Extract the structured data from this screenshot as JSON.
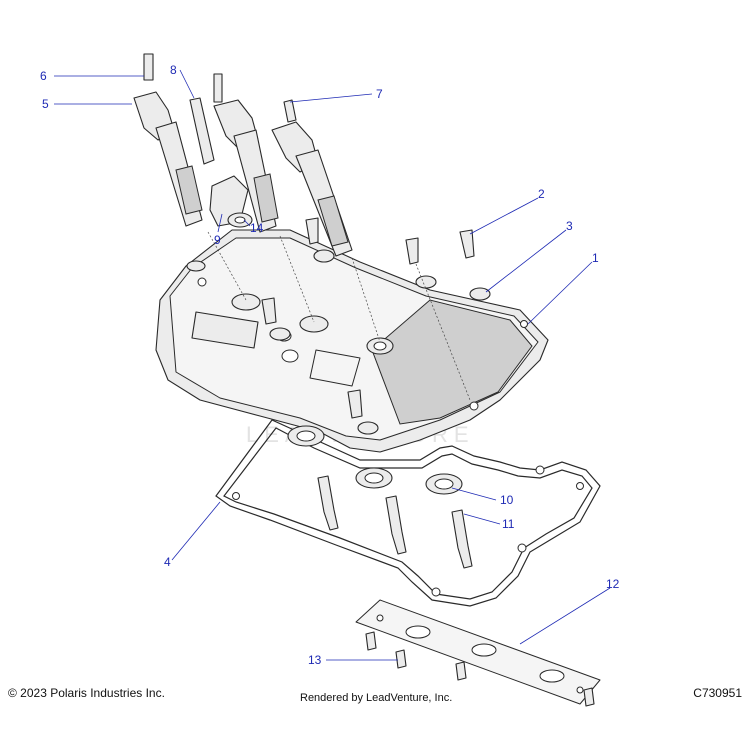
{
  "watermark": "LEADVENTURE",
  "footer": {
    "copyright": "© 2023 Polaris Industries Inc.",
    "rendered_by": "Rendered by LeadVenture, Inc.",
    "diagram_code": "C730951"
  },
  "callouts": [
    {
      "id": "1",
      "label": "1"
    },
    {
      "id": "2",
      "label": "2"
    },
    {
      "id": "3",
      "label": "3"
    },
    {
      "id": "4",
      "label": "4"
    },
    {
      "id": "5",
      "label": "5"
    },
    {
      "id": "6",
      "label": "6"
    },
    {
      "id": "7",
      "label": "7"
    },
    {
      "id": "8",
      "label": "8"
    },
    {
      "id": "9",
      "label": "9"
    },
    {
      "id": "10",
      "label": "10"
    },
    {
      "id": "11",
      "label": "11"
    },
    {
      "id": "12",
      "label": "12"
    },
    {
      "id": "13",
      "label": "13"
    },
    {
      "id": "14",
      "label": "14"
    }
  ]
}
